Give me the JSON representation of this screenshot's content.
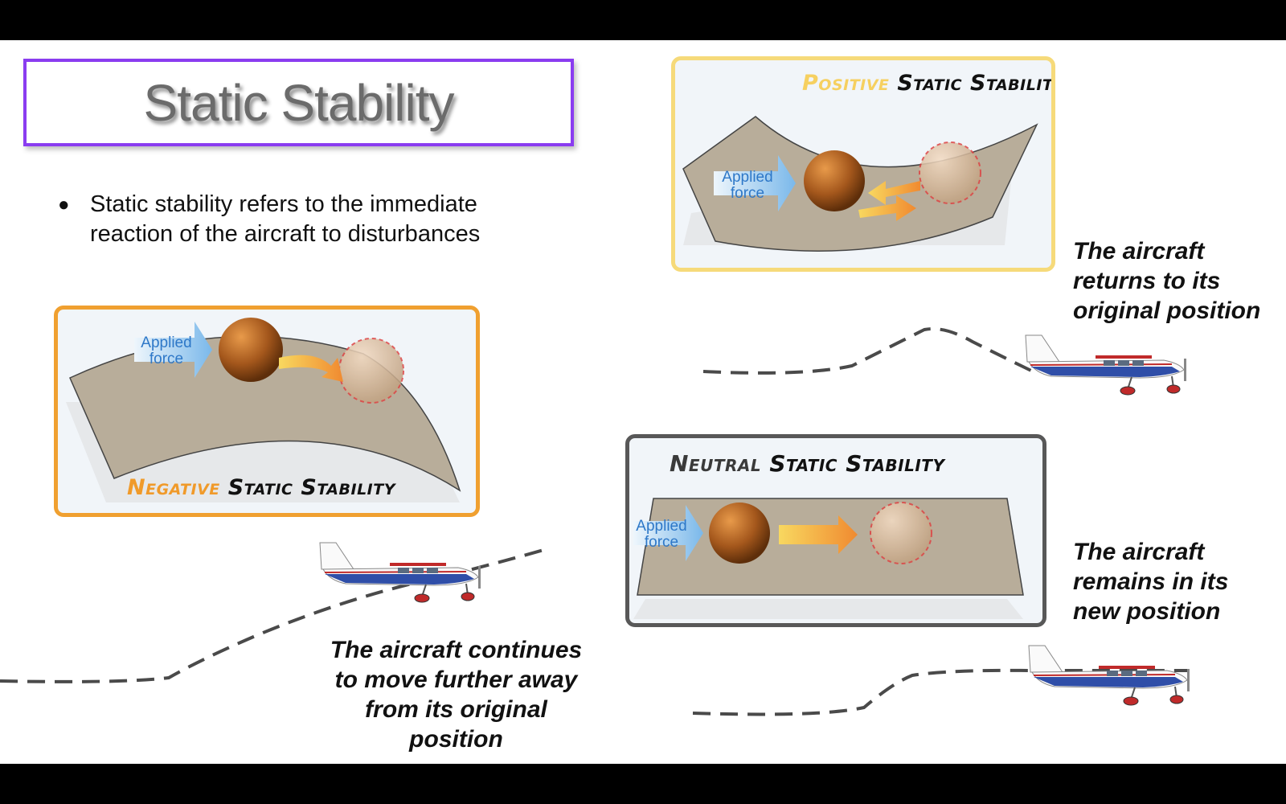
{
  "slide": {
    "title": "Static Stability",
    "bullet": "Static stability refers to the immediate reaction of the aircraft to disturbances"
  },
  "positive": {
    "keyword": "Positive",
    "rest": "Static Stability",
    "applied_force": "Applied force",
    "caption": "The aircraft returns to its original position"
  },
  "negative": {
    "keyword": "Negative",
    "rest": "Static Stability",
    "applied_force": "Applied force",
    "caption": "The aircraft continues to move further away from its original position"
  },
  "neutral": {
    "keyword": "Neutral",
    "rest": "Static Stability",
    "applied_force": "Applied force",
    "caption": "The aircraft remains in its new position"
  },
  "colors": {
    "title_border": "#8a3cf0",
    "positive_border": "#f6da7a",
    "negative_border": "#f0a030",
    "neutral_border": "#585858",
    "ball": "#a4571c",
    "surface": "#b8ad9a"
  },
  "icons": [
    "airplane-icon",
    "ball-icon",
    "arrow-icon"
  ]
}
